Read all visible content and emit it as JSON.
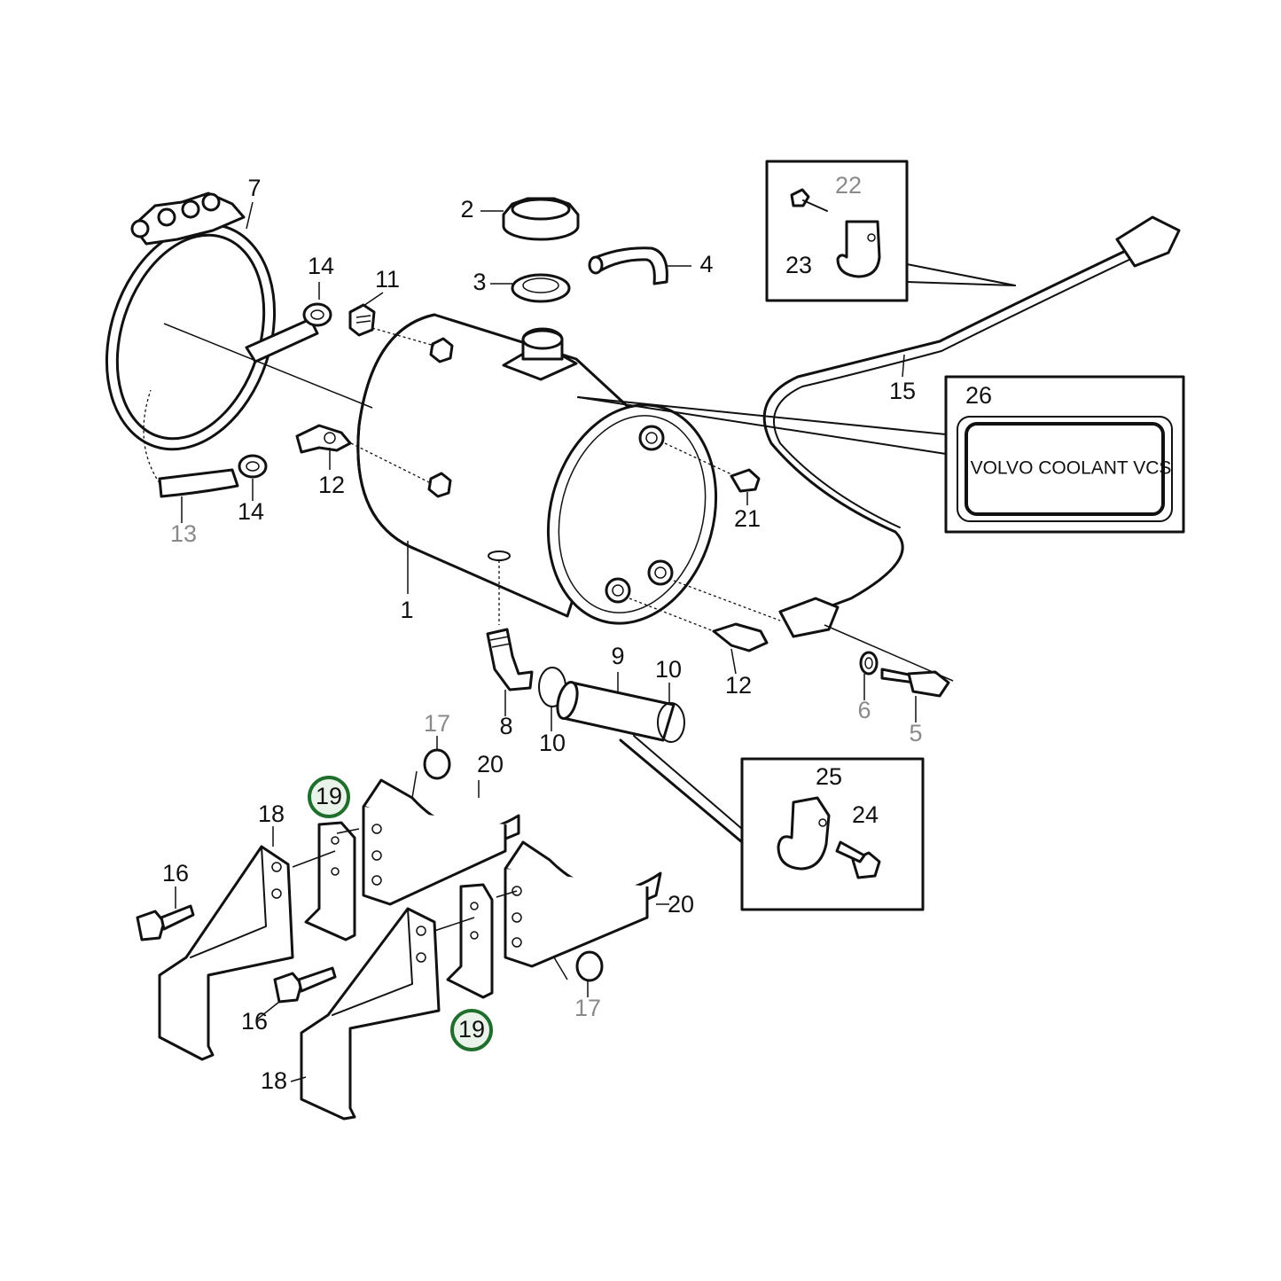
{
  "diagram": {
    "decal_text": "VOLVO COOLANT VCS",
    "highlight_color": "#1f6e2c",
    "callouts": {
      "c1": "1",
      "c2": "2",
      "c3": "3",
      "c4": "4",
      "c5": "5",
      "c6": "6",
      "c7": "7",
      "c8": "8",
      "c9": "9",
      "c10a": "10",
      "c10b": "10",
      "c11": "11",
      "c12a": "12",
      "c12b": "12",
      "c13": "13",
      "c14a": "14",
      "c14b": "14",
      "c15": "15",
      "c16a": "16",
      "c16b": "16",
      "c17a": "17",
      "c17b": "17",
      "c18a": "18",
      "c18b": "18",
      "c19a": "19",
      "c19b": "19",
      "c20a": "20",
      "c20b": "20",
      "c21": "21",
      "c22": "22",
      "c23": "23",
      "c24": "24",
      "c25": "25",
      "c26": "26"
    }
  }
}
